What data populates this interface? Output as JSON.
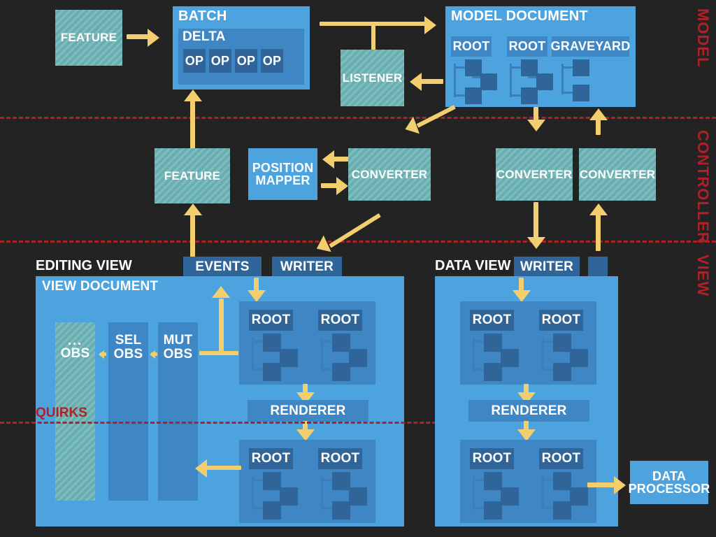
{
  "diagram": {
    "title": "Editor architecture: Model / Controller / View",
    "background": "#232323",
    "colors": {
      "background": "#232323",
      "teal": "#66aeb0",
      "blue": "#4da3dd",
      "blue_mid": "#3f87c4",
      "blue_dark": "#2f6599",
      "arrow_gold": "#f2ce6e",
      "divider_red": "#b02028",
      "text_white": "#ffffff"
    }
  },
  "sections": [
    {
      "label": "MODEL"
    },
    {
      "label": "CONTROLLER"
    },
    {
      "label": "VIEW"
    }
  ],
  "model": {
    "feature_label": "FEATURE",
    "batch": {
      "title": "BATCH",
      "delta": {
        "title": "DELTA",
        "ops": [
          "OP",
          "OP",
          "OP",
          "OP"
        ]
      }
    },
    "listener_label": "LISTENER",
    "model_document": {
      "title": "MODEL DOCUMENT",
      "trees": [
        "ROOT",
        "ROOT",
        "GRAVEYARD"
      ]
    }
  },
  "controller": {
    "feature_label": "FEATURE",
    "position_mapper_label": "POSITION\nMAPPER",
    "position_mapper_line1": "POSITION",
    "position_mapper_line2": "MAPPER",
    "converter_editing_label": "CONVERTER",
    "converter_data_in_label": "CONVERTER",
    "converter_data_out_label": "CONVERTER"
  },
  "view": {
    "editing_view": {
      "title": "EDITING VIEW",
      "document_title": "VIEW DOCUMENT",
      "tabs": [
        {
          "label": "EVENTS"
        },
        {
          "label": "WRITER"
        }
      ],
      "observers": [
        {
          "line1": "...",
          "line2": "OBS",
          "style": "teal"
        },
        {
          "line1": "SEL",
          "line2": "OBS",
          "style": "blue"
        },
        {
          "line1": "MUT",
          "line2": "OBS",
          "style": "blue"
        }
      ],
      "upper_trees": [
        "ROOT",
        "ROOT"
      ],
      "renderer_label": "RENDERER",
      "lower_trees": [
        "ROOT",
        "ROOT"
      ],
      "quirks_label": "QUIRKS"
    },
    "data_view": {
      "title": "DATA VIEW",
      "tabs": [
        {
          "label": "WRITER"
        },
        {
          "label": ""
        }
      ],
      "upper_trees": [
        "ROOT",
        "ROOT"
      ],
      "renderer_label": "RENDERER",
      "lower_trees": [
        "ROOT",
        "ROOT"
      ]
    },
    "data_processor": {
      "line1": "DATA",
      "line2": "PROCESSOR"
    }
  }
}
